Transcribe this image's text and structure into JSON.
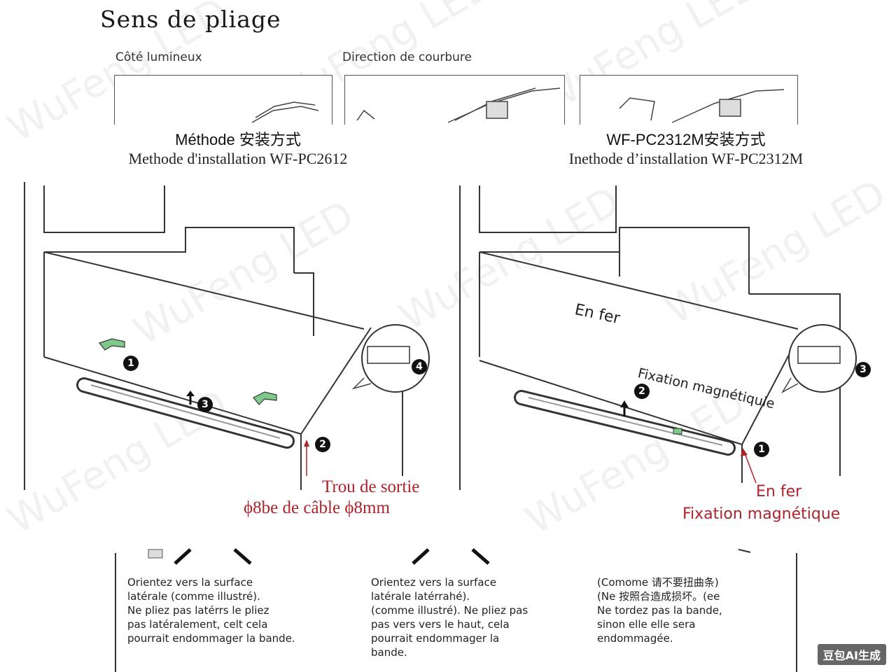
{
  "header": {
    "title": "Sens de pliage",
    "label_left": "Côté lumineux",
    "label_right": "Direction de courbure"
  },
  "left": {
    "heading": "Méthode 安装方式",
    "subheading": "Methode d'installation WF-PC2612",
    "steps": [
      "1",
      "2",
      "3",
      "4"
    ],
    "callout_line1": "Trou de sortie",
    "callout_line2": "ϕ8be de câble ϕ8mm"
  },
  "right": {
    "heading": "WF-PC2312M安装方式",
    "subheading": "Inethode d’installation WF-PC2312M",
    "label_iron": "En fer",
    "label_magnetic": "Fixation magnétiquie",
    "steps": [
      "1",
      "2",
      "3"
    ],
    "callout_line1": "En fer",
    "callout_line2": "Fixation magnétique"
  },
  "notes": [
    "Orientez vers la surface\nlatérale (comme illustré).\nNe pliez pas latérrs le pliez\npas latéralement, celt cela\npourrait endommager la bande.",
    "Orientez vers la surface\nlatérale latérrahé).\n(comme illustré). Ne pliez pas\npas vers vers le haut, cela\npourrait endommager la\nbande.",
    "(Comome 请不要扭曲条)\n(Ne 按照合造成损坏。(ee\nNe tordez pas la bande,\nsinon elle elle sera\nendommagée."
  ],
  "watermark": "WuFeng LED",
  "badge": "豆包AI生成",
  "colors": {
    "accent_red": "#b0232a",
    "line": "#333333",
    "clip_green": "#7fc98a"
  }
}
